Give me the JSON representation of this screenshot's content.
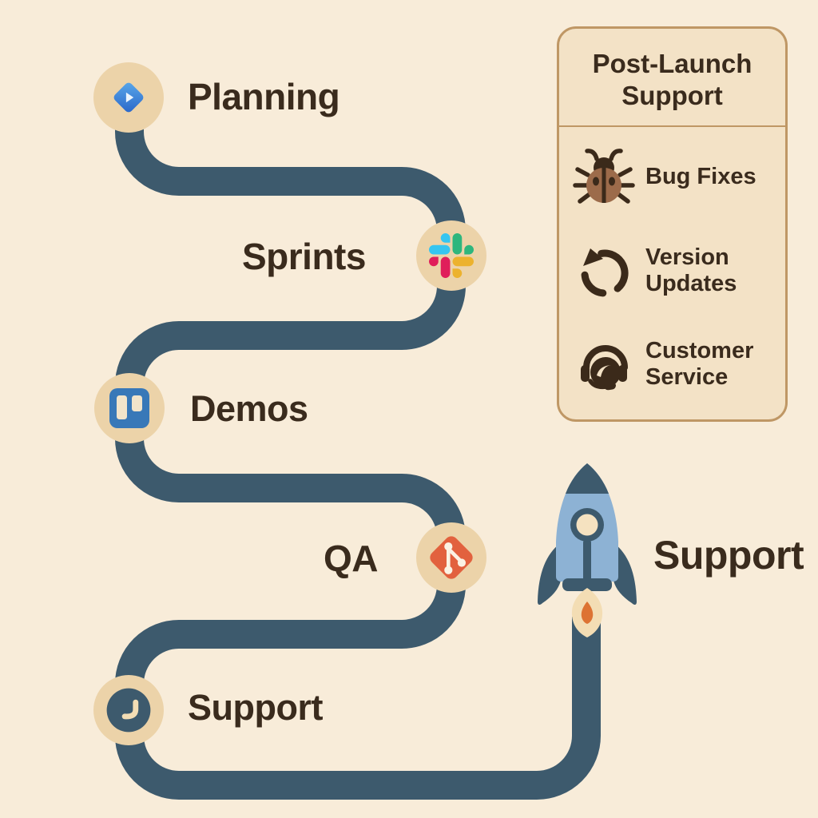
{
  "journey": {
    "milestones": [
      {
        "label": "Planning",
        "icon": "jira-icon"
      },
      {
        "label": "Sprints",
        "icon": "slack-icon"
      },
      {
        "label": "Demos",
        "icon": "trello-icon"
      },
      {
        "label": "QA",
        "icon": "git-icon"
      },
      {
        "label": "Support",
        "icon": "smile-icon"
      }
    ],
    "launch_label": "Support"
  },
  "card": {
    "title": "Post-Launch Support",
    "items": [
      {
        "icon": "bug-icon",
        "label": "Bug Fixes"
      },
      {
        "icon": "refresh-icon",
        "label": "Version Updates"
      },
      {
        "icon": "headset-icon",
        "label": "Customer Service"
      }
    ]
  },
  "palette": {
    "background": "#f8ecd9",
    "path": "#3d5a6d",
    "milestone_circle": "#ecd3a9",
    "text": "#3a2b1d",
    "card_bg": "#f3e2c6",
    "card_border": "#bf9765",
    "rocket_body": "#8db2d4",
    "rocket_dark": "#3d5a6d",
    "flame_outer": "#f3ddb4",
    "flame_inner": "#dd7333",
    "jira_blue": "#2f6cc0",
    "trello_blue": "#3878b8",
    "git_orange": "#e2613e",
    "slack_blue": "#36c5f0",
    "slack_green": "#2eb67d",
    "slack_yellow": "#ecb22e",
    "slack_red": "#e01e5a"
  }
}
